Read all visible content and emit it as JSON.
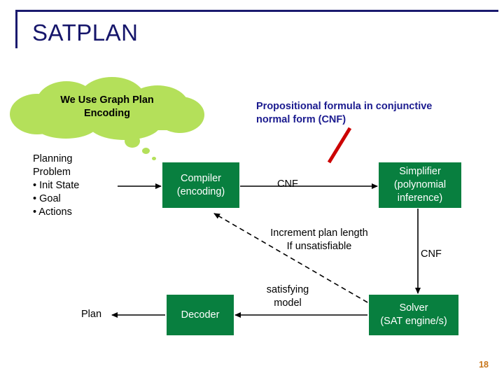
{
  "slide": {
    "title": "SATPLAN",
    "page_number": "18",
    "accent_colors": {
      "title": "#16166b",
      "cloud": "#b4e05a",
      "box": "#087f3f",
      "annotation": "#1b1b8f",
      "pointer_line": "#cc0000",
      "page_number": "#c8761a"
    }
  },
  "cloud": {
    "line1": "We Use Graph Plan",
    "line2": "Encoding"
  },
  "annotation": {
    "line1": "Propositional formula in conjunctive",
    "line2": "normal form (CNF)"
  },
  "nodes": {
    "planning_problem": {
      "line1": "Planning",
      "line2": "Problem",
      "line3": "• Init State",
      "line4": "• Goal",
      "line5": "• Actions"
    },
    "compiler": {
      "line1": "Compiler",
      "line2": "(encoding)"
    },
    "cnf_top": "CNF",
    "simplifier": {
      "line1": "Simplifier",
      "line2": "(polynomial",
      "line3": "inference)"
    },
    "cnf_right": "CNF",
    "increment": {
      "line1": "Increment plan length",
      "line2": "If unsatisfiable"
    },
    "satisfying_model": {
      "line1": "satisfying",
      "line2": "model"
    },
    "solver": {
      "line1": "Solver",
      "line2": "(SAT engine/s)"
    },
    "decoder": "Decoder",
    "plan": "Plan"
  }
}
